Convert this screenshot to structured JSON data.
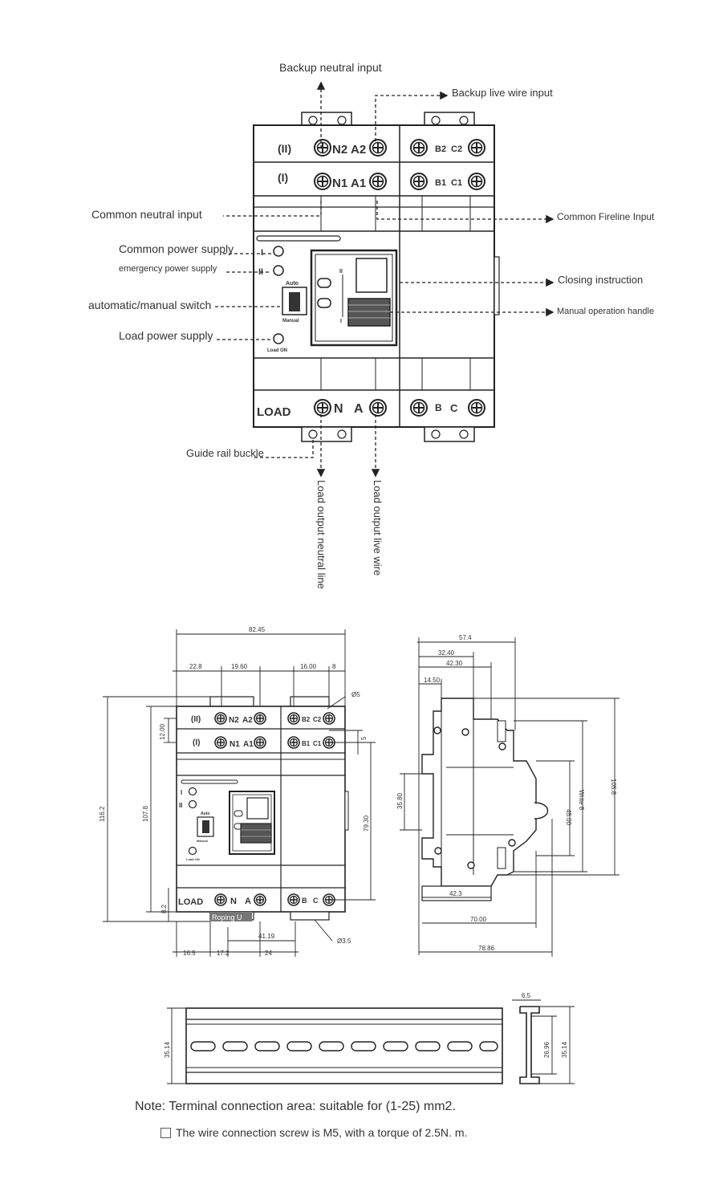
{
  "callouts": {
    "backup_neutral_input": "Backup neutral input",
    "backup_live_wire_input": "Backup live wire input",
    "common_neutral_input": "Common neutral input",
    "common_fireline_input": "Common Fireline Input",
    "common_power_supply": "Common power supply",
    "emergency_power_supply": "emergency power supply",
    "closing_instruction": "Closing instruction",
    "auto_manual_switch": "automatic/manual switch",
    "manual_operation_handle": "Manual operation handle",
    "load_power_supply": "Load power supply",
    "guide_rail_buckle": "Guide rail buckle",
    "load_output_neutral_line": "Load output neutral line",
    "load_output_live_wire": "Load output live wire"
  },
  "device_labels": {
    "row2_mark": "(II)",
    "row1_mark": "(I)",
    "n2": "N2",
    "a2": "A2",
    "b2": "B2",
    "c2": "C2",
    "n1": "N1",
    "a1": "A1",
    "b1": "B1",
    "c1": "C1",
    "load": "LOAD",
    "n": "N",
    "a": "A",
    "b": "B",
    "c": "C",
    "auto": "Auto",
    "manual": "Manual",
    "load_on": "Load ON",
    "ind_ii": "II",
    "ind_i": "I",
    "led_i": "I",
    "led_ii": "II"
  },
  "front_dims": {
    "width_total": "82.45",
    "w1": "22.8",
    "w2": "19.60",
    "w3": "16.00",
    "w4": "8",
    "hole": "Ø5",
    "h_total": "116.2",
    "h2": "107.8",
    "h3": "12.00",
    "h4": "79.30",
    "h5": "8.2",
    "h6": "5",
    "b1": "16.5",
    "b2": "17.2",
    "b3": "24",
    "b4": "41.19",
    "hole2": "Ø3.5",
    "roping": "Roping U"
  },
  "side_dims": {
    "d1": "57.4",
    "d2": "32.40",
    "d3": "42.30",
    "d4": "14.50",
    "d5": "35.80",
    "d6": "45.00",
    "d7": "Write 8",
    "d8": "105.8",
    "d9": "42.3",
    "d10": "70.00",
    "d11": "78.86"
  },
  "rail_dims": {
    "r1": "35.14",
    "r2": "6.5",
    "r3": "26.96",
    "r4": "35.14"
  },
  "notes": {
    "line1": "Note: Terminal connection area: suitable for (1-25) mm2.",
    "line2": "The wire connection screw is M5, with a torque of 2.5N. m."
  }
}
